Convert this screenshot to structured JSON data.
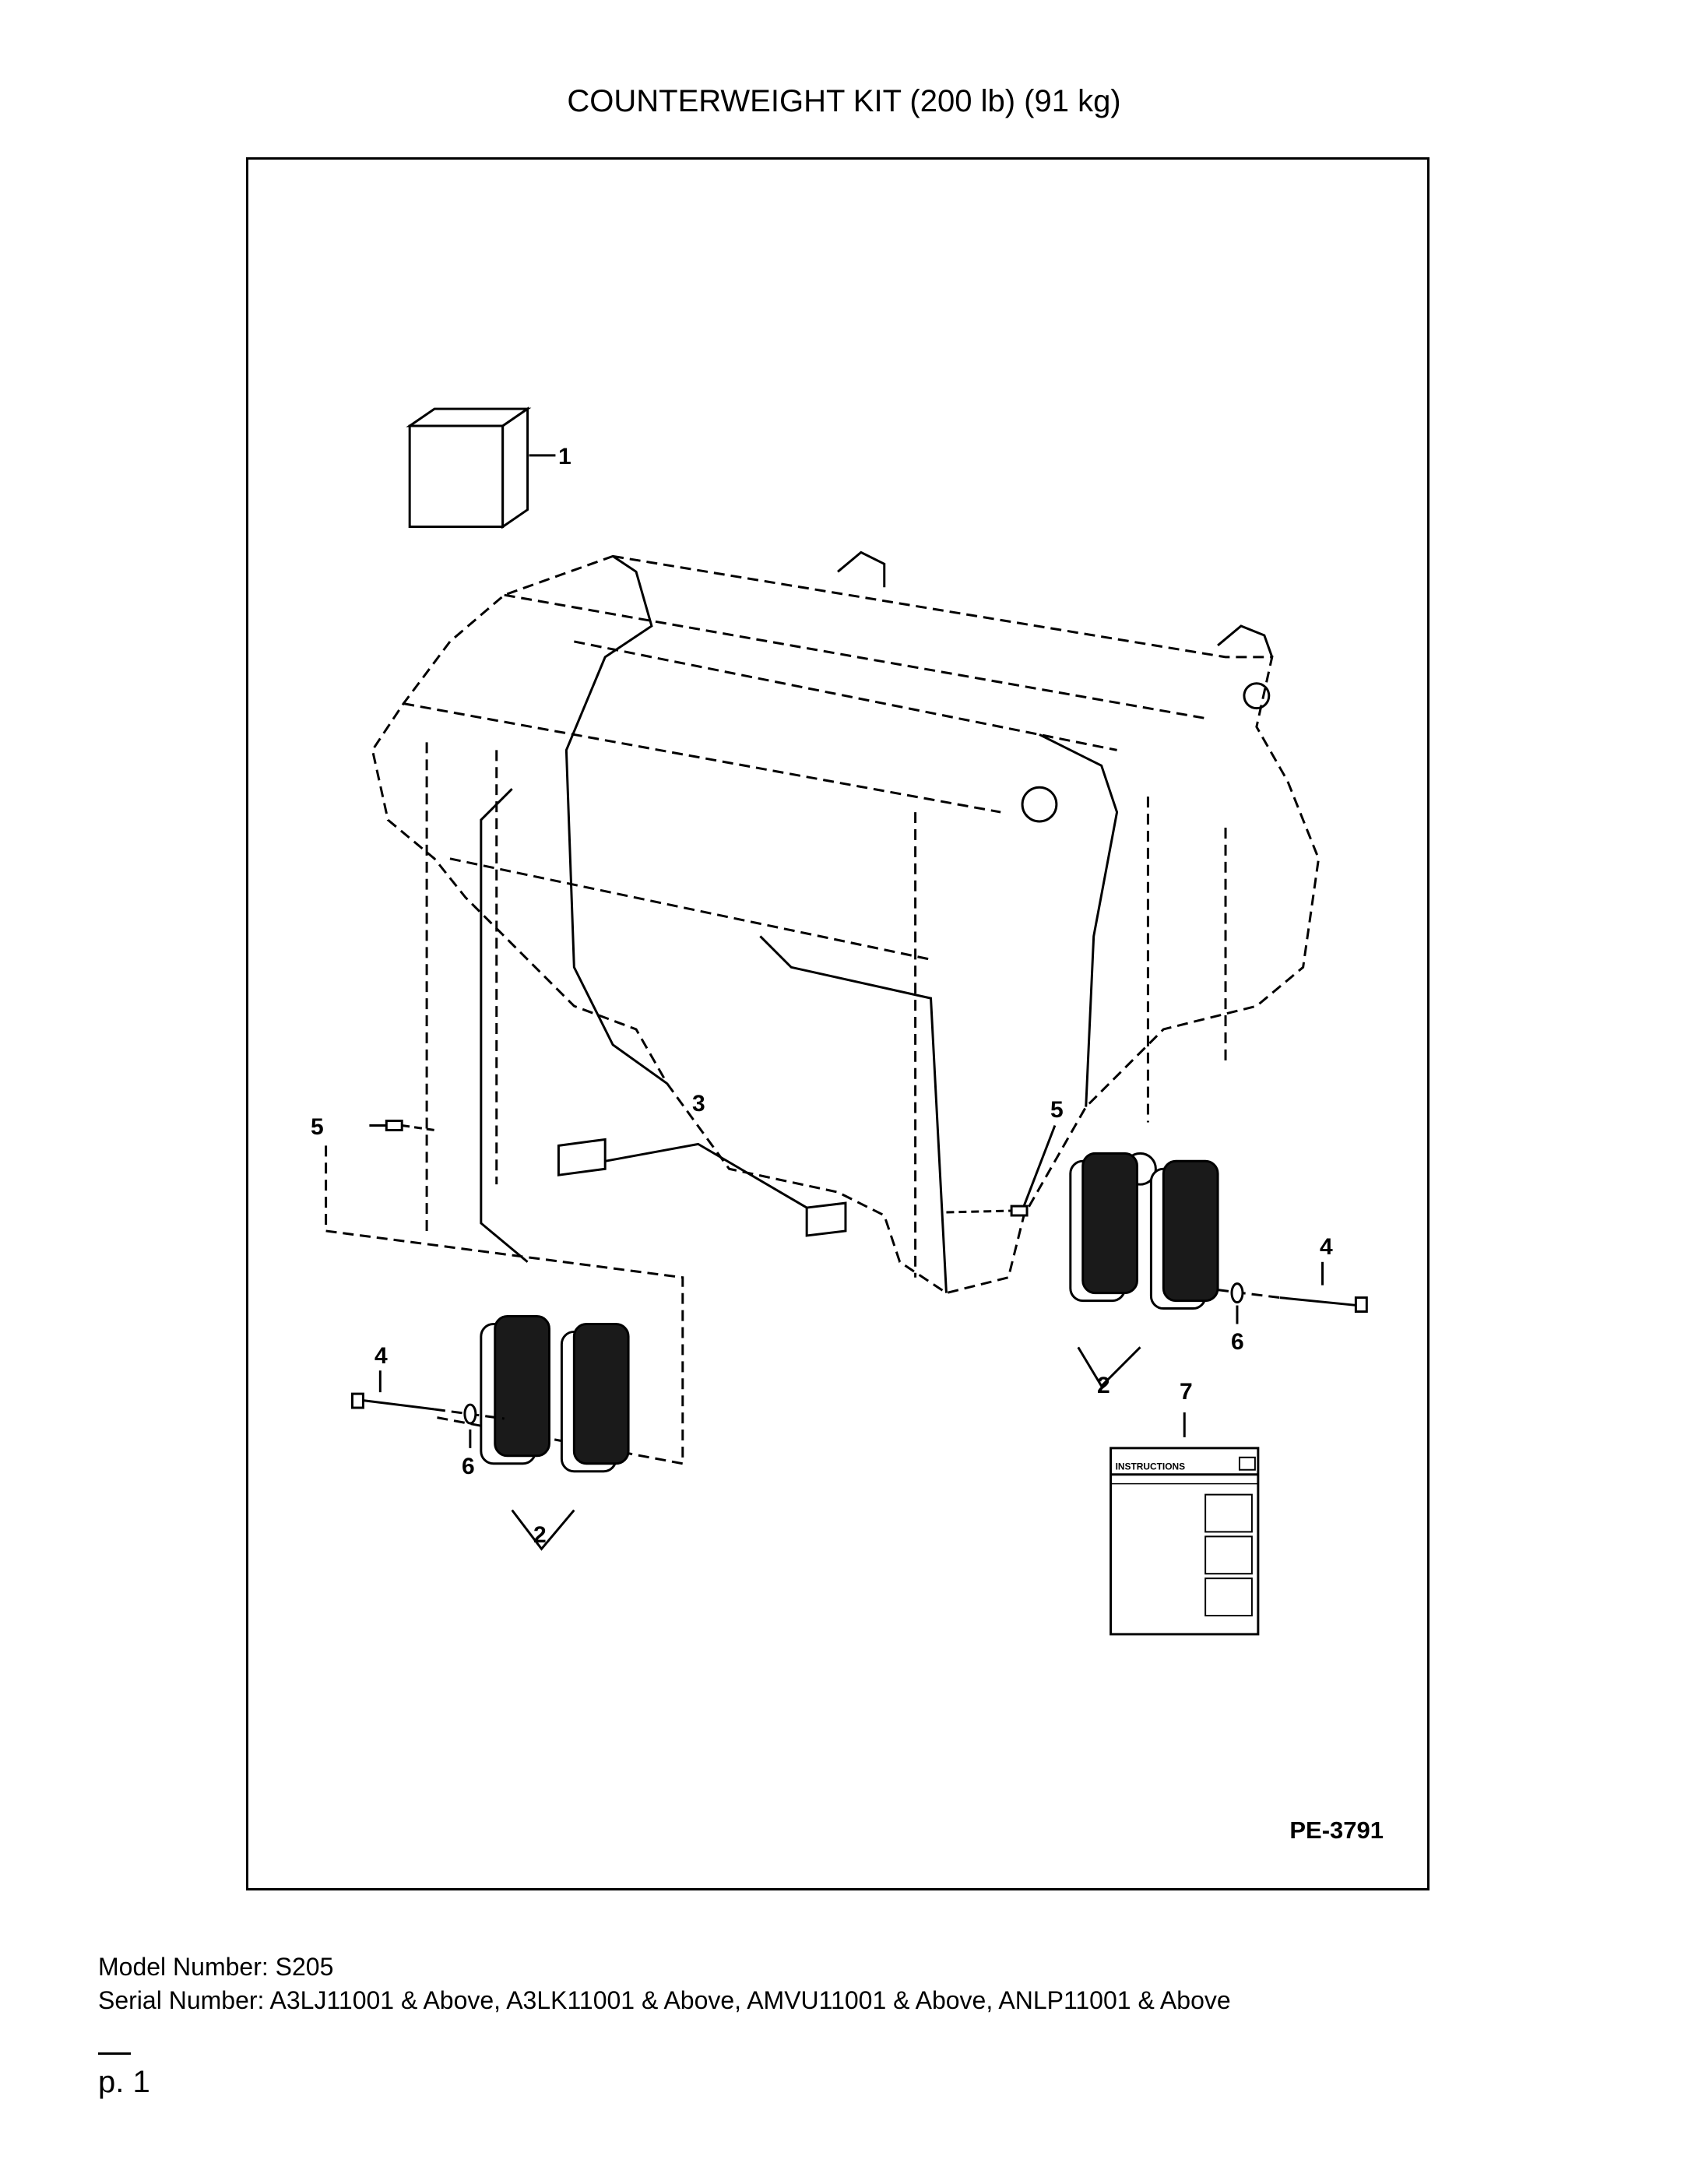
{
  "page_title": "COUNTERWEIGHT KIT (200 lb) (91 kg)",
  "figure": {
    "id_label": "PE-3791",
    "callouts": [
      {
        "key": "c1",
        "label": "1"
      },
      {
        "key": "c2a",
        "label": "2"
      },
      {
        "key": "c2b",
        "label": "2"
      },
      {
        "key": "c3",
        "label": "3"
      },
      {
        "key": "c4a",
        "label": "4"
      },
      {
        "key": "c4b",
        "label": "4"
      },
      {
        "key": "c5a",
        "label": "5"
      },
      {
        "key": "c5b",
        "label": "5"
      },
      {
        "key": "c6a",
        "label": "6"
      },
      {
        "key": "c6b",
        "label": "6"
      },
      {
        "key": "c7",
        "label": "7"
      }
    ],
    "instructions_label": "INSTRUCTIONS"
  },
  "model": {
    "number_line": "Model Number: S205",
    "serial_line": "Serial Number: A3LJ11001 & Above, A3LK11001 & Above, AMVU11001 & Above, ANLP11001 & Above"
  },
  "footer": {
    "page_label": "p. 1"
  }
}
